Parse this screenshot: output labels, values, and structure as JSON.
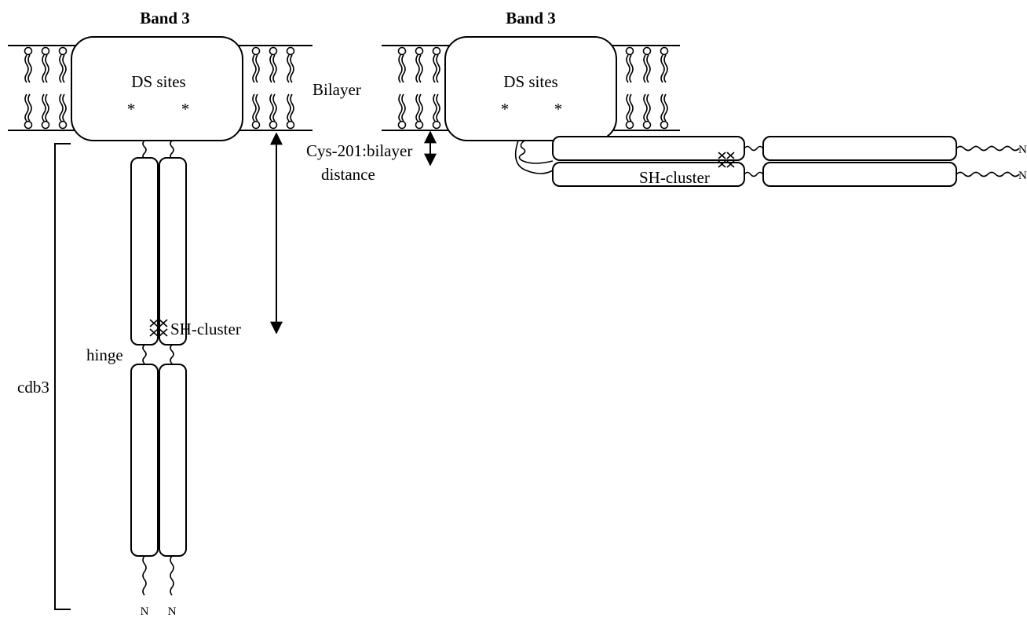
{
  "left_panel": {
    "title": "Band 3",
    "ds_sites": "DS sites",
    "asterisk_1": "*",
    "asterisk_2": "*",
    "bilayer": "Bilayer",
    "sh_cluster": "SH-cluster",
    "hinge": "hinge",
    "cdb3": "cdb3",
    "n_terminus_1": "N",
    "n_terminus_2": "N"
  },
  "distance_label": {
    "line1": "Cys-201:bilayer",
    "line2": "distance"
  },
  "right_panel": {
    "title": "Band 3",
    "ds_sites": "DS sites",
    "asterisk_1": "*",
    "asterisk_2": "*",
    "sh_cluster": "SH-cluster",
    "n_terminus_1": "N",
    "n_terminus_2": "N"
  }
}
